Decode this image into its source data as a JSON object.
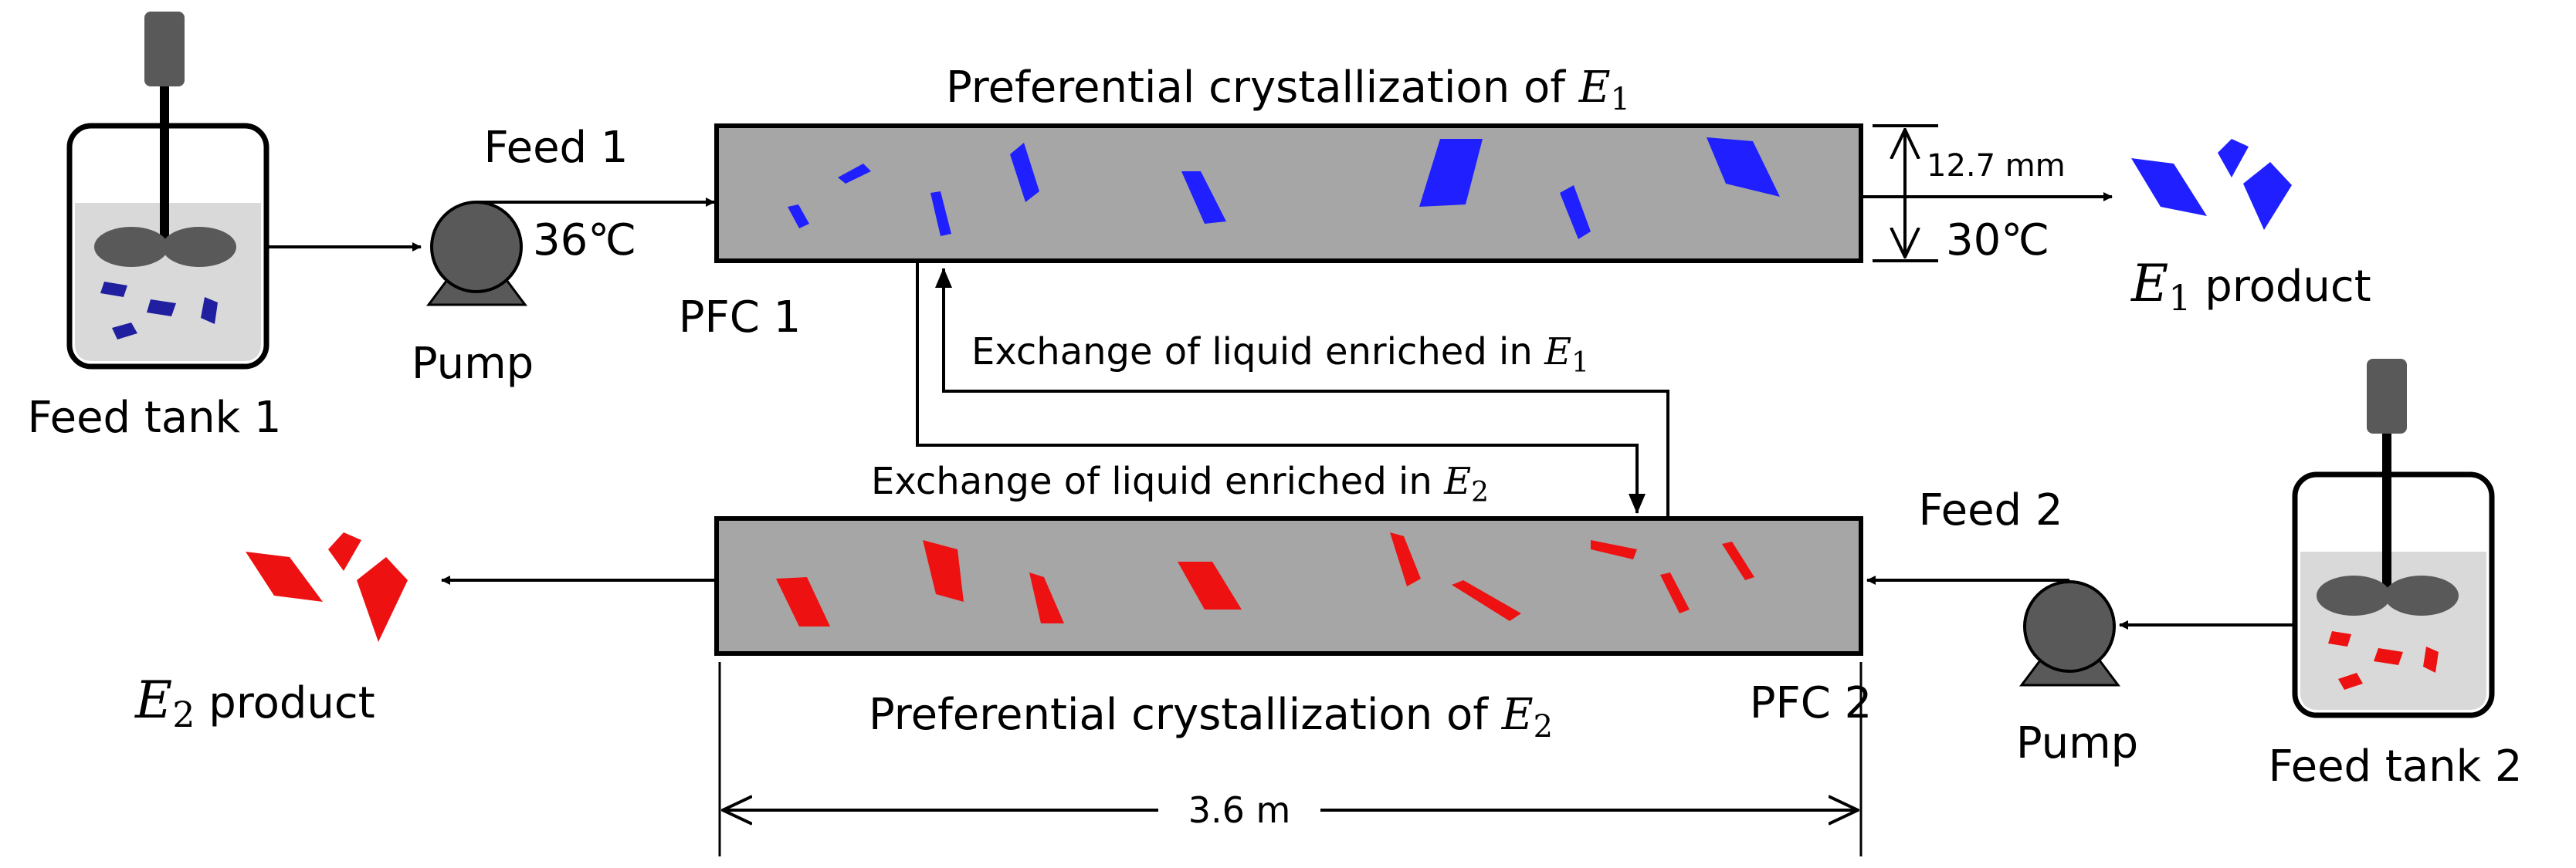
{
  "colors": {
    "background": "#ffffff",
    "pfc_fill": "#a6a6a6",
    "tank_liquid": "#d9d9d9",
    "e1_crystal": "#1f1fff",
    "e1_crystal_tank": "#1f1f9f",
    "e2_crystal": "#ee1111",
    "pump_fill": "#595959",
    "motor_fill": "#595959"
  },
  "labels": {
    "feed_tank_1": "Feed tank 1",
    "feed_tank_2": "Feed tank 2",
    "pump_1": "Pump",
    "pump_2": "Pump",
    "feed_1": "Feed 1",
    "feed_2": "Feed 2",
    "temp_in": "36℃",
    "temp_out": "30℃",
    "pfc_1": "PFC 1",
    "pfc_2": "PFC 2",
    "diameter": "12.7 mm",
    "length": "3.6 m",
    "title_pfc1": "Preferential crystallization of ",
    "title_pfc2": "Preferential crystallization of ",
    "exchange_e1": "Exchange of liquid enriched in ",
    "exchange_e2": "Exchange of liquid enriched in ",
    "e_symbol": "E",
    "e1_sub": "1",
    "e2_sub": "2",
    "product_word": " product"
  }
}
